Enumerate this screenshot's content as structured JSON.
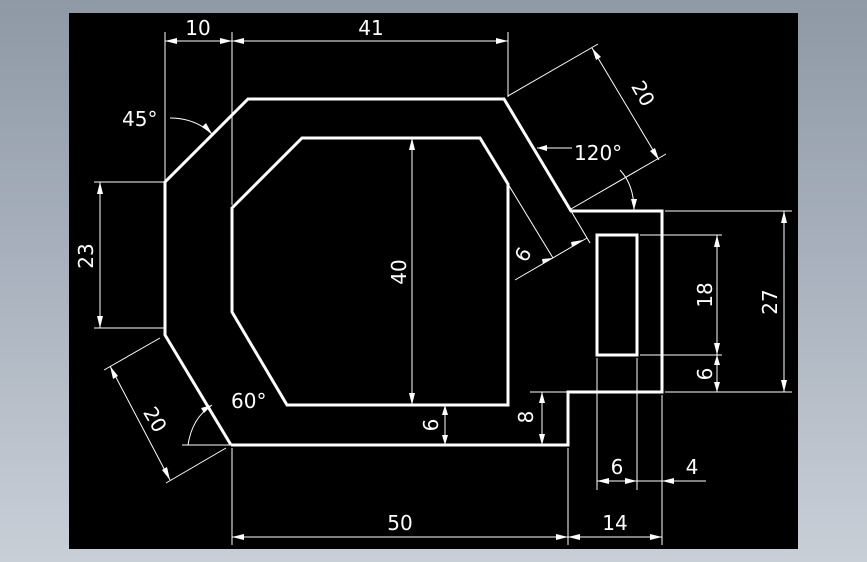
{
  "colors": {
    "background": "#000000",
    "geometry": "#ffffff",
    "frame": "#a3acb8"
  },
  "dimensions": {
    "top_chamfer_width": "10",
    "top_length": "41",
    "chamfer_angle": "45°",
    "slope_length": "20",
    "inner_angle": "120°",
    "left_height": "23",
    "inner_height": "40",
    "wall_offset": "6",
    "slot_height": "18",
    "right_height": "27",
    "slot_bottom_offset": "6",
    "bottom_angle": "60°",
    "bottom_slope": "20",
    "wall_bottom": "6",
    "step_height": "8",
    "slot_left_offset": "6",
    "slot_right_offset": "4",
    "base_length": "50",
    "tab_length": "14"
  }
}
